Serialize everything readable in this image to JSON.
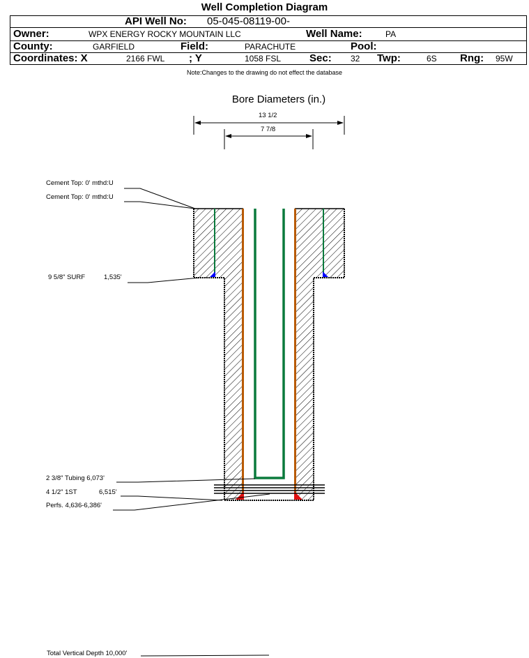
{
  "title": "Well Completion Diagram",
  "header": {
    "api_label": "API Well No:",
    "api_value": "05-045-08119-00-",
    "owner_label": "Owner:",
    "owner_value": "WPX ENERGY ROCKY MOUNTAIN LLC",
    "well_name_label": "Well Name:",
    "well_name_value": "PA",
    "county_label": "County:",
    "county_value": "GARFIELD",
    "field_label": "Field:",
    "field_value": "PARACHUTE",
    "pool_label": "Pool:",
    "pool_value": "",
    "coord_x_label": "Coordinates: X",
    "coord_x_value": "2166 FWL",
    "coord_y_label": "; Y",
    "coord_y_value": "1058 FSL",
    "sec_label": "Sec:",
    "sec_value": "32",
    "twp_label": "Twp:",
    "twp_value": "6S",
    "rng_label": "Rng:",
    "rng_value": "95W"
  },
  "note": "Note:Changes to the drawing do not effect the database",
  "bore_diameters": {
    "title": "Bore Diameters (in.)",
    "outer": "13 1/2",
    "inner": "7 7/8"
  },
  "annotations": {
    "cement_top_1": "Cement Top: 0' mthd:U",
    "cement_top_2": "Cement Top: 0' mthd:U",
    "surface_casing_size": "9 5/8\" SURF",
    "surface_casing_depth": "1,535'",
    "tubing": "2 3/8\" Tubing 6,073'",
    "production_casing_size": "4 1/2\" 1ST",
    "production_casing_depth": "6,515'",
    "perfs": "Perfs. 4,636-6,386'",
    "total_depth": "Total Vertical Depth 10,000'"
  },
  "colors": {
    "surface_casing": "#0a7a3c",
    "tubing": "#0a7a3c",
    "production_casing": "#b85a00",
    "cement_shoe_surface": "#0000ff",
    "cement_shoe_production": "#e01010",
    "hatch": "#000000"
  }
}
